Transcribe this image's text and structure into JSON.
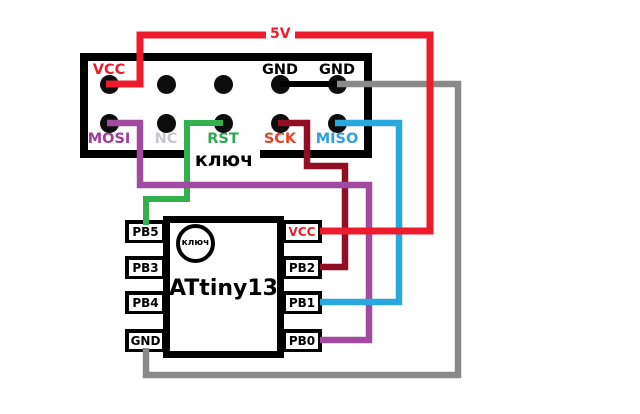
{
  "power_rail": {
    "label": "5V"
  },
  "connector": {
    "key_label": "ключ",
    "labels": {
      "vcc": "VCC",
      "gnd_left": "GND",
      "gnd_right": "GND",
      "mosi": "MOSI",
      "nc": "NC",
      "rst": "RST",
      "sck": "SCK",
      "miso": "MISO"
    }
  },
  "chip": {
    "name": "ATtiny13",
    "key_label": "ключ",
    "pins": {
      "pb5": "PB5",
      "pb3": "PB3",
      "pb4": "PB4",
      "gnd": "GND",
      "vcc": "VCC",
      "pb2": "PB2",
      "pb1": "PB1",
      "pb0": "PB0"
    }
  },
  "colors": {
    "red": "#ed1c2c",
    "dark_red": "#910e24",
    "purple": "#a04aa0",
    "green": "#33b04e",
    "blue": "#29a8e0",
    "gray": "#8a8a8a",
    "black": "#000000",
    "label_vcc": "#ed1c2c",
    "label_gnd": "#000000",
    "label_mosi": "#9b3f9b",
    "label_nc": "#c6c6ce",
    "label_rst": "#2ea84e",
    "label_sck": "#e8432a",
    "label_miso": "#2e9fe0"
  }
}
